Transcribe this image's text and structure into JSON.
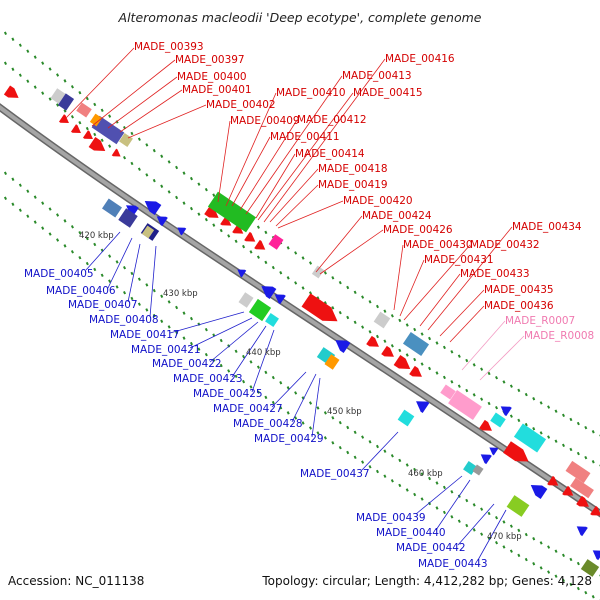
{
  "title": "Alteromonas macleodii 'Deep ecotype', complete genome",
  "footer": {
    "accession": "Accession: NC_011138",
    "summary": "Topology: circular; Length: 4,412,282 bp; Genes: 4,128"
  },
  "kbp_ticks": [
    "420 kbp",
    "430 kbp",
    "440 kbp",
    "450 kbp",
    "460 kbp",
    "470 kbp"
  ],
  "colors": {
    "forward_gene": "#ee1111",
    "reverse_gene": "#1a1ae6",
    "rna_gene": "#ff9ccc",
    "backbone": "#8a8a8a",
    "tick": "#2a8a2a"
  },
  "forward_labels": [
    "MADE_00393",
    "MADE_00397",
    "MADE_00400",
    "MADE_00401",
    "MADE_00402",
    "MADE_00409",
    "MADE_00410",
    "MADE_00411",
    "MADE_00412",
    "MADE_00413",
    "MADE_00414",
    "MADE_00415",
    "MADE_00416",
    "MADE_00418",
    "MADE_00419",
    "MADE_00420",
    "MADE_00424",
    "MADE_00426",
    "MADE_00430",
    "MADE_00431",
    "MADE_00432",
    "MADE_00433",
    "MADE_00434",
    "MADE_00435",
    "MADE_00436"
  ],
  "reverse_labels": [
    "MADE_00405",
    "MADE_00406",
    "MADE_00407",
    "MADE_00408",
    "MADE_00417",
    "MADE_00421",
    "MADE_00422",
    "MADE_00423",
    "MADE_00425",
    "MADE_00427",
    "MADE_00428",
    "MADE_00429",
    "MADE_00437",
    "MADE_00439",
    "MADE_00440",
    "MADE_00442",
    "MADE_00443"
  ],
  "rna_labels": [
    "MADE_R0007",
    "MADE_R0008"
  ]
}
